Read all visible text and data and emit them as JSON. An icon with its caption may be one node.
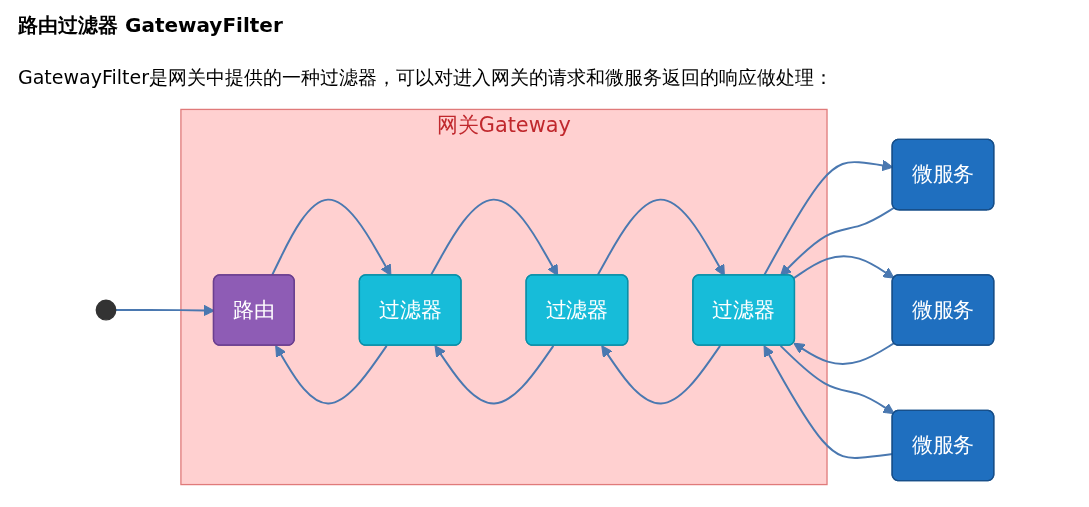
{
  "diagram": {
    "title": "路由过滤器 GatewayFilter",
    "nodes": [
      {
        "text": [],
        "shape": "person"
      },
      {
        "text": [
          "网关Gateway"
        ]
      },
      {
        "text": [
          "路由"
        ],
        "in": 1
      },
      {
        "text": [
          "过滤器"
        ],
        "in": 1
      },
      {
        "text": [
          "过滤器"
        ],
        "in": 1
      },
      {
        "text": [
          "过滤器"
        ],
        "in": 1
      },
      {
        "text": [
          "微服务"
        ]
      },
      {
        "text": [
          "微服务"
        ]
      },
      {
        "text": [
          "微服务"
        ]
      }
    ],
    "edges": [
      {
        "from": 0,
        "to": 2,
        "arrow": "to"
      },
      {
        "from": 2,
        "to": 3,
        "arrow": "to"
      },
      {
        "from": 3,
        "to": 4,
        "arrow": "to"
      },
      {
        "from": 4,
        "to": 5,
        "arrow": "to"
      },
      {
        "from": 5,
        "to": 6,
        "arrow": "to"
      },
      {
        "from": 5,
        "to": 7,
        "arrow": "to"
      },
      {
        "from": 5,
        "to": 8,
        "arrow": "to"
      },
      {
        "from": 6,
        "to": 5,
        "arrow": "to"
      },
      {
        "from": 7,
        "to": 5,
        "arrow": "to"
      },
      {
        "from": 8,
        "to": 5,
        "arrow": "to"
      },
      {
        "from": 5,
        "to": 4,
        "arrow": "to"
      },
      {
        "from": 4,
        "to": 3,
        "arrow": "to"
      },
      {
        "from": 3,
        "to": 2,
        "arrow": "to"
      }
    ],
    "labels": [
      "GatewayFilter是网关中提供的一种过滤器，可以对进入网关的请求和微服务返回的响应做处理："
    ]
  }
}
